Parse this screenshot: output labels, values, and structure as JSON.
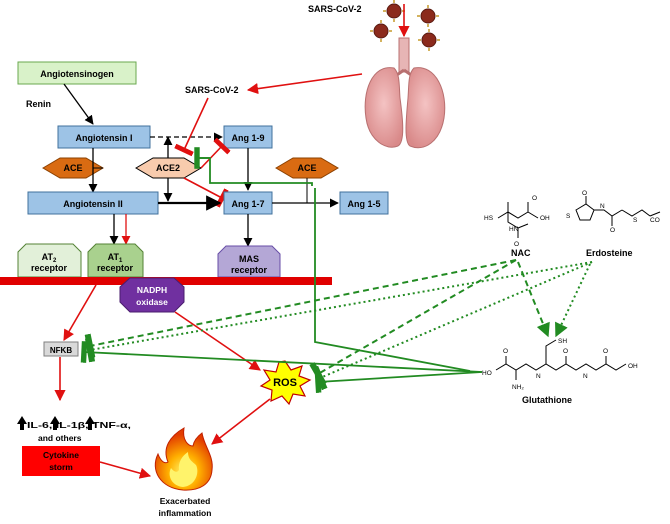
{
  "labels": {
    "sars_top": "SARS-CoV-2",
    "sars_mid": "SARS-CoV-2",
    "angiotensinogen": "Angiotensinogen",
    "renin": "Renin",
    "angiotensin_i": "Angiotensin I",
    "angiotensin_ii": "Angiotensin II",
    "ang19": "Ang 1-9",
    "ang17": "Ang 1-7",
    "ang15": "Ang 1-5",
    "ace_left": "ACE",
    "ace2": "ACE2",
    "ace_right": "ACE",
    "at2_receptor": "receptor",
    "at1_receptor": "receptor",
    "mas_line1": "MAS",
    "mas_line2": "receptor",
    "nadph_line1": "NADPH",
    "nadph_line2": "oxidase",
    "nfkb": "NFKB",
    "ros": "ROS",
    "cytokines_line1": "IL-6, IL-1β, TNF-α,",
    "cytokines_line2": "and others",
    "storm_line1": "Cytokine",
    "storm_line2": "storm",
    "inflam_line1": "Exacerbated",
    "inflam_line2": "inflammation",
    "nac": "NAC",
    "erdosteine": "Erdosteine",
    "glutathione": "Glutathione"
  },
  "colors": {
    "light_green": "#d9f2c9",
    "blue_box": "#9dc3e6",
    "ace_orange": "#d96b12",
    "ace2_peach": "#f8cbad",
    "receptor_green": "#a9d18e",
    "receptor_light": "#e2f0d9",
    "mas_purple": "#b4a7d6",
    "nadph_purple": "#7030a0",
    "membrane_red": "#e00000",
    "arrow_red": "#e01010",
    "inhibit_green": "#228b22",
    "storm_red": "#ff0000",
    "ros_yellow": "#ffff00"
  },
  "icons": [
    "virus-icon",
    "lungs-icon",
    "fire-icon",
    "up-arrow-icon",
    "molecule-structure-icon"
  ]
}
